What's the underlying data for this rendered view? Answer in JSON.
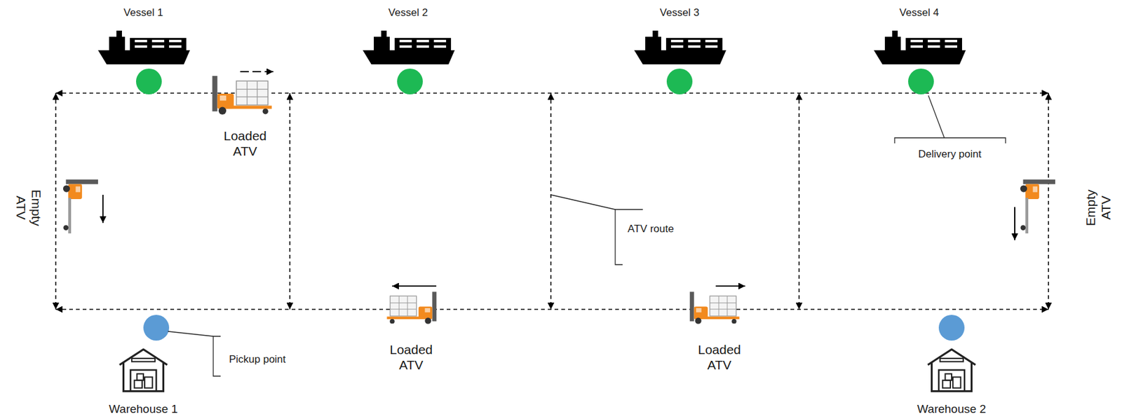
{
  "diagram": {
    "labels": [
      "Vessel 1",
      "Vessel 2",
      "Vessel 3",
      "Vessel 4",
      "Loaded ATV",
      "Empty ATV",
      "ATV route",
      "Delivery point",
      "Empty ATV",
      "Pickup point",
      "Loaded ATV",
      "Loaded ATV",
      "Warehouse 1",
      "Warehouse 2"
    ]
  }
}
